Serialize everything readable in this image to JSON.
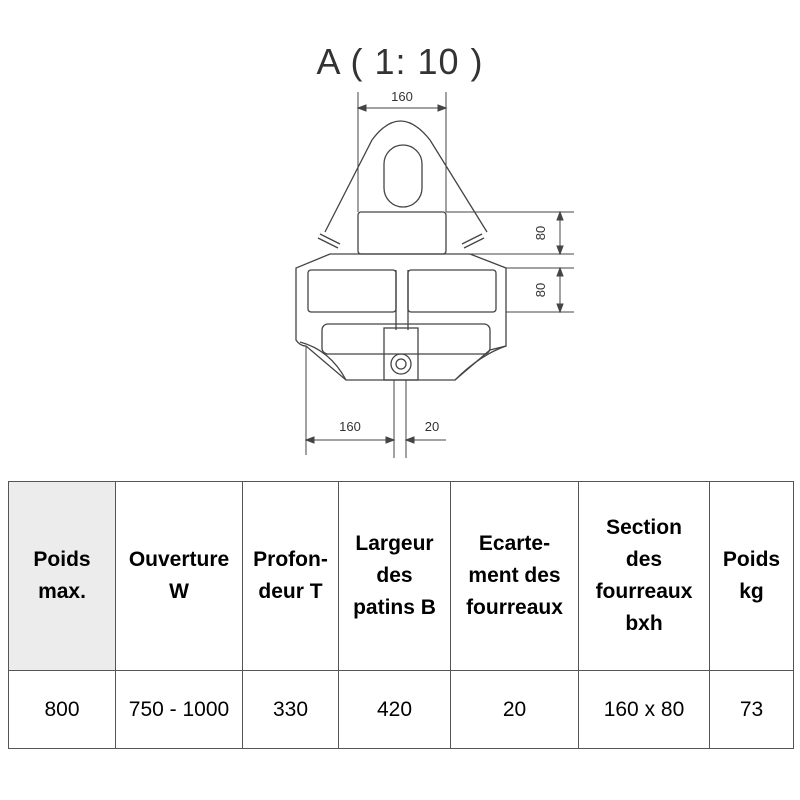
{
  "drawing": {
    "title": "A ( 1: 10 )",
    "dimensions": {
      "top_width": "160",
      "right_upper_height": "80",
      "right_lower_height": "80",
      "bottom_left_width": "160",
      "bottom_right_gap": "20"
    }
  },
  "table": {
    "headers": [
      [
        "Poids",
        "max."
      ],
      [
        "Ouverture",
        "W"
      ],
      [
        "Profon-",
        "deur T"
      ],
      [
        "Largeur",
        "des",
        "patins B"
      ],
      [
        "Ecarte-",
        "ment des",
        "fourreaux"
      ],
      [
        "Section",
        "des",
        "fourreaux",
        "bxh"
      ],
      [
        "Poids",
        "kg"
      ]
    ],
    "row": [
      "800",
      "750 - 1000",
      "330",
      "420",
      "20",
      "160 x 80",
      "73"
    ]
  }
}
